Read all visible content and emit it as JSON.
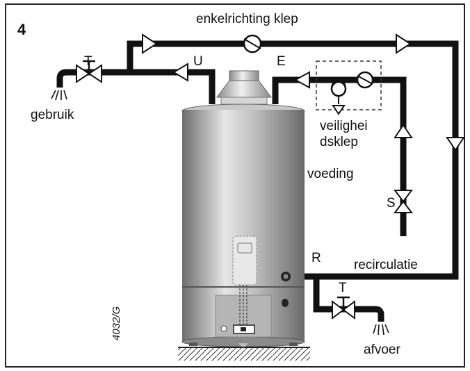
{
  "figure_number": "4",
  "labels": {
    "check_valve": "enkelrichting klep",
    "usage": "gebruik",
    "valve_t": "T",
    "outlet_u": "U",
    "inlet_e": "E",
    "safety_valve_line1": "veilighei",
    "safety_valve_line2": "dsklep",
    "supply": "voeding",
    "valve_s": "S",
    "recirc_r": "R",
    "recirculation": "recirculatie",
    "drain_valve_t": "T",
    "drain": "afvoer",
    "drawing_code": "4032/G"
  },
  "colors": {
    "pipe": "#111111",
    "tank_light": "#d8d8d8",
    "tank_dark": "#7a7a7a",
    "frame": "#222222"
  }
}
